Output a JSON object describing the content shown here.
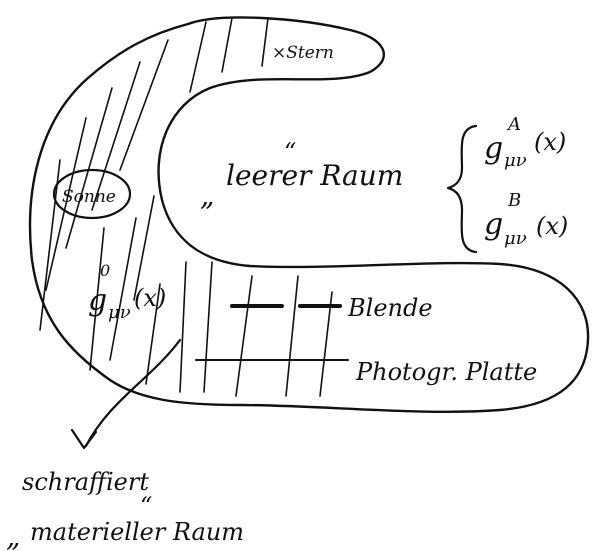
{
  "diagram": {
    "labels": {
      "star": "×Stern",
      "sun": "Sonne",
      "empty_space_quote_open": "„",
      "empty_space": "leerer Raum",
      "empty_space_quote_close": "“",
      "metric_sun_g": "g",
      "metric_sun_sup": "0",
      "metric_sun_sub": "μν",
      "metric_sun_arg": "(x)",
      "metric_A_g": "g",
      "metric_A_sup": "A",
      "metric_A_sub": "μν",
      "metric_A_arg": "(x)",
      "metric_B_g": "g",
      "metric_B_sup": "B",
      "metric_B_sub": "μν",
      "metric_B_arg": "(x)",
      "aperture": "Blende",
      "plate": "Photogr. Platte",
      "hatched": "schraffiert",
      "material_space_quote_open": "„",
      "material_space": "materieller Raum",
      "material_space_quote_close": "“"
    },
    "colors": {
      "ink": "#111111",
      "paper": "#ffffff"
    }
  }
}
